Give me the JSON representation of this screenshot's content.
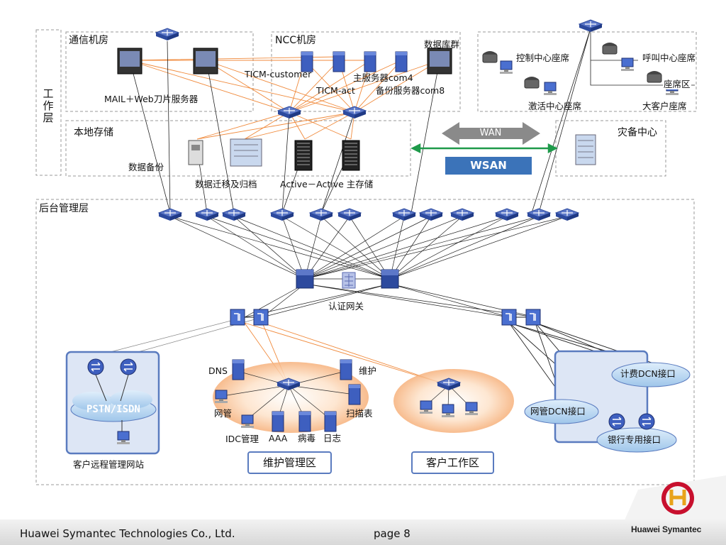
{
  "zones": {
    "work_layer": "工作层",
    "comm_room": "通信机房",
    "ncc_room": "NCC机房",
    "local_storage": "本地存储",
    "dr_center": "灾备中心",
    "backend_layer": "后台管理层"
  },
  "labels": {
    "mail_web": "MAIL＋Web刀片服务器",
    "ticm_customer": "TICM-customer",
    "ticm_act": "TICM-act",
    "main_server": "主服务器com4",
    "backup_server": "备份服务器com8",
    "db_cluster": "数据库群",
    "control_seat": "控制中心座席",
    "call_seat": "呼叫中心座席",
    "activation_seat": "激活中心座席",
    "vip_seat": "大客户座席",
    "seat_zone": "座席区",
    "data_backup": "数据备份",
    "data_migration": "数据迁移及归档",
    "active_storage": "Active－Active 主存储",
    "wan": "WAN",
    "wsan": "WSAN",
    "auth_gateway": "认证网关",
    "pstn": "PSTN/ISDN",
    "remote_site": "客户远程管理网站",
    "dns": "DNS",
    "maintain": "维护",
    "netmgmt": "网管",
    "scanner": "扫描表",
    "idc": "IDC管理",
    "aaa": "AAA",
    "virus": "病毒",
    "log": "日志",
    "maint_zone": "维护管理区",
    "customer_zone": "客户工作区",
    "billing_dcn": "计费DCN接口",
    "netmgmt_dcn": "网管DCN接口",
    "bank_iface": "银行专用接口"
  },
  "footer": {
    "company": "Huawei Symantec Technologies Co., Ltd.",
    "page": "page 8",
    "logo": "Huawei Symantec"
  },
  "colors": {
    "orange_link": "#f08a3c",
    "black_link": "#222222",
    "green_link": "#1e9a4a",
    "dash_border": "#9a9a9a",
    "blue_box": "#5a7bbf",
    "wsan_bg": "#3b73b9",
    "wan_arrow": "#8a8a8a",
    "switch_fill": "#2d4a9e"
  }
}
